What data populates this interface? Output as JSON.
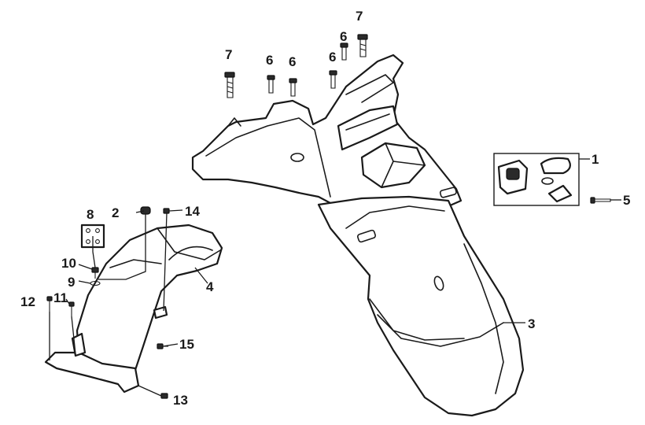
{
  "callouts": {
    "c1": "1",
    "c2": "2",
    "c3": "3",
    "c4": "4",
    "c5": "5",
    "c6a": "6",
    "c6b": "6",
    "c6c": "6",
    "c6d": "6",
    "c7a": "7",
    "c7b": "7",
    "c8": "8",
    "c9": "9",
    "c10": "10",
    "c11": "11",
    "c12": "12",
    "c13": "13",
    "c14": "14",
    "c15": "15"
  }
}
